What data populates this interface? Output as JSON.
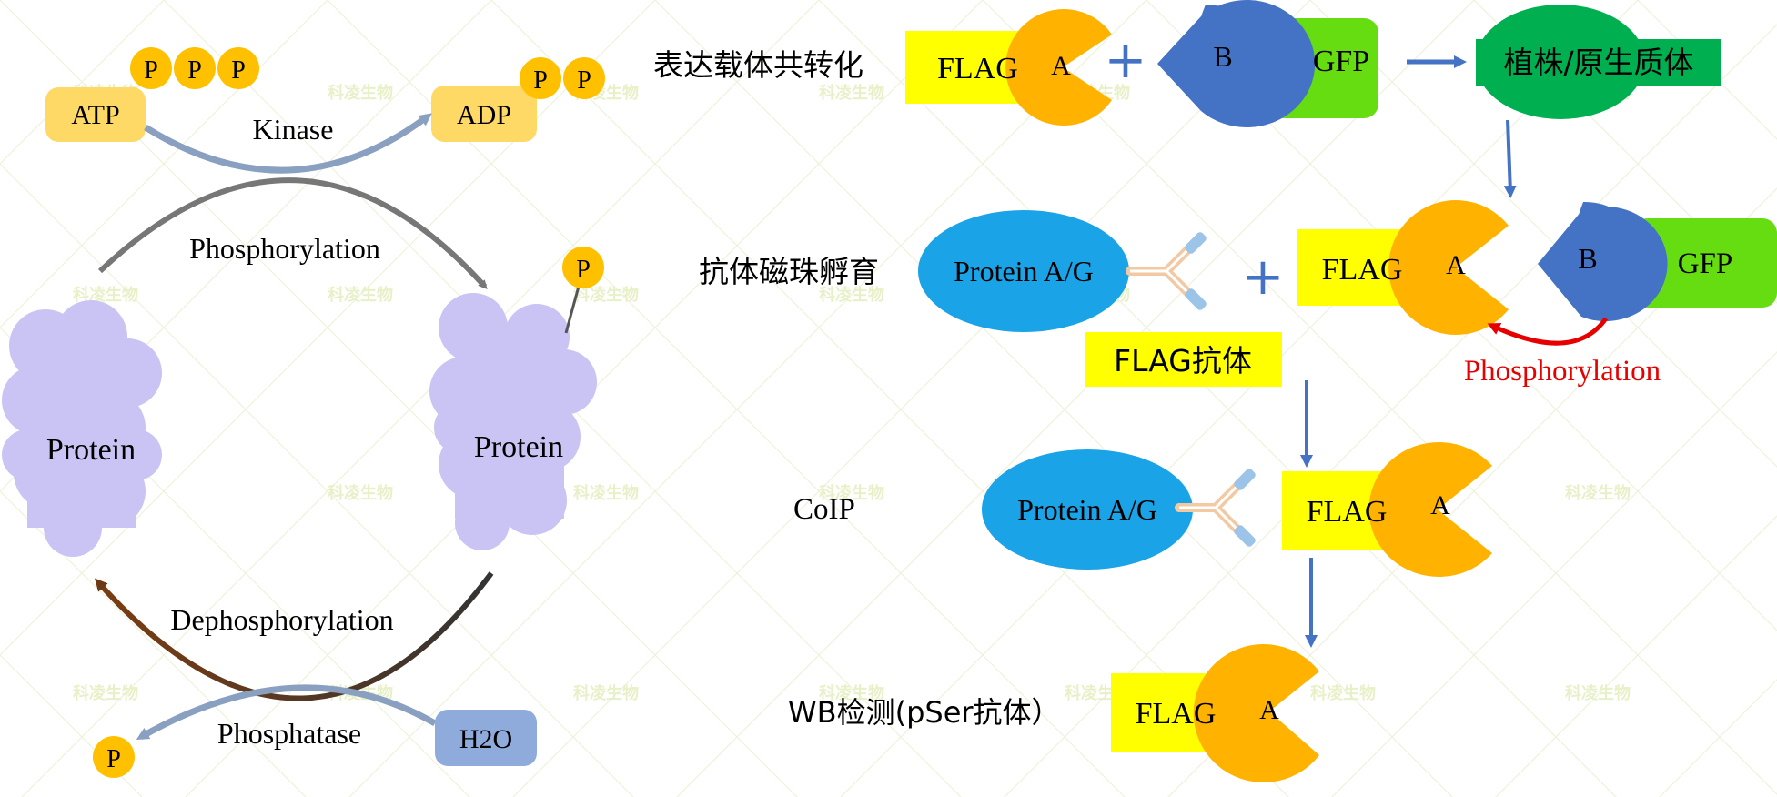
{
  "watermark": "科凌生物",
  "colors": {
    "flag_yellow": "#ffff00",
    "pacman_orange": "#ffb300",
    "phosphate_orange": "#ffc000",
    "gfp_green": "#66dd11",
    "b_blue": "#4472c4",
    "bead_cyan": "#1aa3e6",
    "plant_green": "#00b050",
    "protein_lavender": "#c9c4f3",
    "atp_yellow": "#ffd966",
    "h2o_blue": "#8fabdc",
    "arrow_blue": "#4472c4",
    "red_text": "#e60000"
  },
  "left_cycle": {
    "atp_label": "ATP",
    "adp_label": "ADP",
    "phosphate_label": "P",
    "kinase_label": "Kinase",
    "phosphorylation_label": "Phosphorylation",
    "dephosphorylation_label": "Dephosphorylation",
    "phosphatase_label": "Phosphatase",
    "h2o_label": "H2O",
    "protein_left_label": "Protein",
    "protein_right_label": "Protein"
  },
  "right_flow": {
    "step1_label": "表达载体共转化",
    "flag_label": "FLAG",
    "a_label": "A",
    "b_label": "B",
    "gfp_label": "GFP",
    "plus_label": "+",
    "plant_label": "植株/原生质体",
    "step2_label": "抗体磁珠孵育",
    "protein_ag_label": "Protein A/G",
    "flag_antibody_label": "FLAG抗体",
    "phosphorylation_label": "Phosphorylation",
    "step3_label": "CoIP",
    "step4_label": "WB检测(pSer抗体）"
  }
}
